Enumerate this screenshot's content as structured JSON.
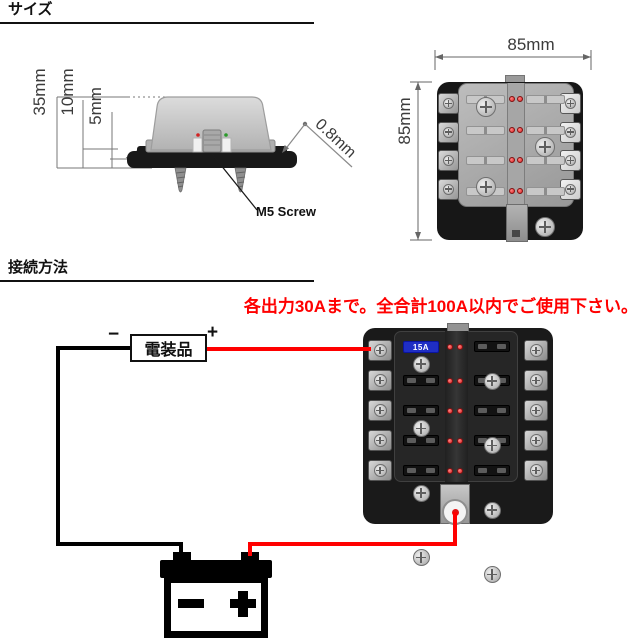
{
  "size_section": {
    "heading": "サイズ",
    "side_view": {
      "total_height_label": "35mm",
      "body_height_label": "10mm",
      "base_height_label": "5mm",
      "plate_thickness_label": "0.8mm",
      "screw_label": "M5 Screw"
    },
    "top_view": {
      "width_label": "85mm",
      "height_label": "85mm",
      "rows": 4,
      "terminals_per_side": 4
    }
  },
  "connection_section": {
    "heading": "接続方法",
    "warning_text": "各出力30Aまで。全合計100A以内でご使用下さい。",
    "device": {
      "label": "電装品",
      "minus_label": "−",
      "plus_label": "+"
    },
    "fuse_block": {
      "installed_fuse_label": "15A",
      "circuit_rows": 5,
      "terminals_per_side": 5
    },
    "battery": {
      "minus_symbol": "−",
      "plus_symbol": "+"
    },
    "colors": {
      "positive_wire": "#ff0000",
      "negative_wire": "#000000",
      "warning_text": "#ff0000",
      "fuse": "#1f2ec4",
      "led": "#da1f1f"
    }
  }
}
